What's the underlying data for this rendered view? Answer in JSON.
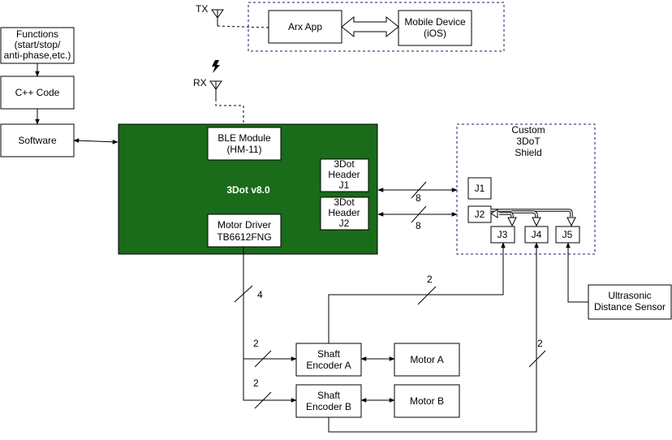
{
  "functions_box": {
    "lines": [
      "Functions",
      "(start/stop/",
      "anti-phase,etc.)"
    ]
  },
  "cpp_box": {
    "label": "C++ Code"
  },
  "software_box": {
    "label": "Software"
  },
  "tx_label": "TX",
  "rx_label": "RX",
  "arx_app": {
    "label": "Arx App"
  },
  "mobile_device": {
    "lines": [
      "Mobile Device",
      "(iOS)"
    ]
  },
  "board": {
    "label": "3Dot v8.0",
    "color": "#1a6b1a"
  },
  "ble_module": {
    "lines": [
      "BLE Module",
      "(HM-11)"
    ]
  },
  "motor_driver": {
    "lines": [
      "Motor Driver",
      "TB6612FNG"
    ]
  },
  "header_j1": {
    "lines": [
      "3Dot",
      "Header",
      "J1"
    ]
  },
  "header_j2": {
    "lines": [
      "3Dot",
      "Header",
      "J2"
    ]
  },
  "shield": {
    "lines": [
      "Custom",
      "3DoT",
      "Shield"
    ]
  },
  "connectors": {
    "j1": "J1",
    "j2": "J2",
    "j3": "J3",
    "j4": "J4",
    "j5": "J5"
  },
  "ultrasonic": {
    "lines": [
      "Ultrasonic",
      "Distance Sensor"
    ]
  },
  "encoder_a": {
    "lines": [
      "Shaft",
      "Encoder A"
    ]
  },
  "encoder_b": {
    "lines": [
      "Shaft",
      "Encoder B"
    ]
  },
  "motor_a": {
    "label": "Motor A"
  },
  "motor_b": {
    "label": "Motor B"
  },
  "bus_labels": {
    "j1_bus": "8",
    "j2_bus": "8",
    "driver_bus": "4",
    "enc_a_bus": "2",
    "enc_b_bus": "2",
    "j3_bus": "2",
    "j4_bus": "2"
  }
}
